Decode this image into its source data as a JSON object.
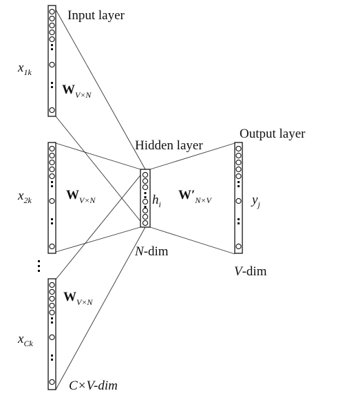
{
  "labels": {
    "input_layer": "Input layer",
    "hidden_layer": "Hidden layer",
    "output_layer": "Output layer",
    "n_dim_var": "N",
    "n_dim_rest": "-dim",
    "v_dim_var": "V",
    "v_dim_rest": "-dim",
    "cv_dim": "C×V-dim"
  },
  "vectors": {
    "x1": {
      "base": "x",
      "sub": "1k"
    },
    "x2": {
      "base": "x",
      "sub": "2k"
    },
    "xc": {
      "base": "x",
      "sub": "Ck"
    },
    "h": {
      "base": "h",
      "sub": "i"
    },
    "y": {
      "base": "y",
      "sub": "j"
    }
  },
  "matrices": {
    "w_input": {
      "base": "W",
      "sub": "V×N"
    },
    "w_output": {
      "base": "W′",
      "sub": "N×V"
    }
  }
}
